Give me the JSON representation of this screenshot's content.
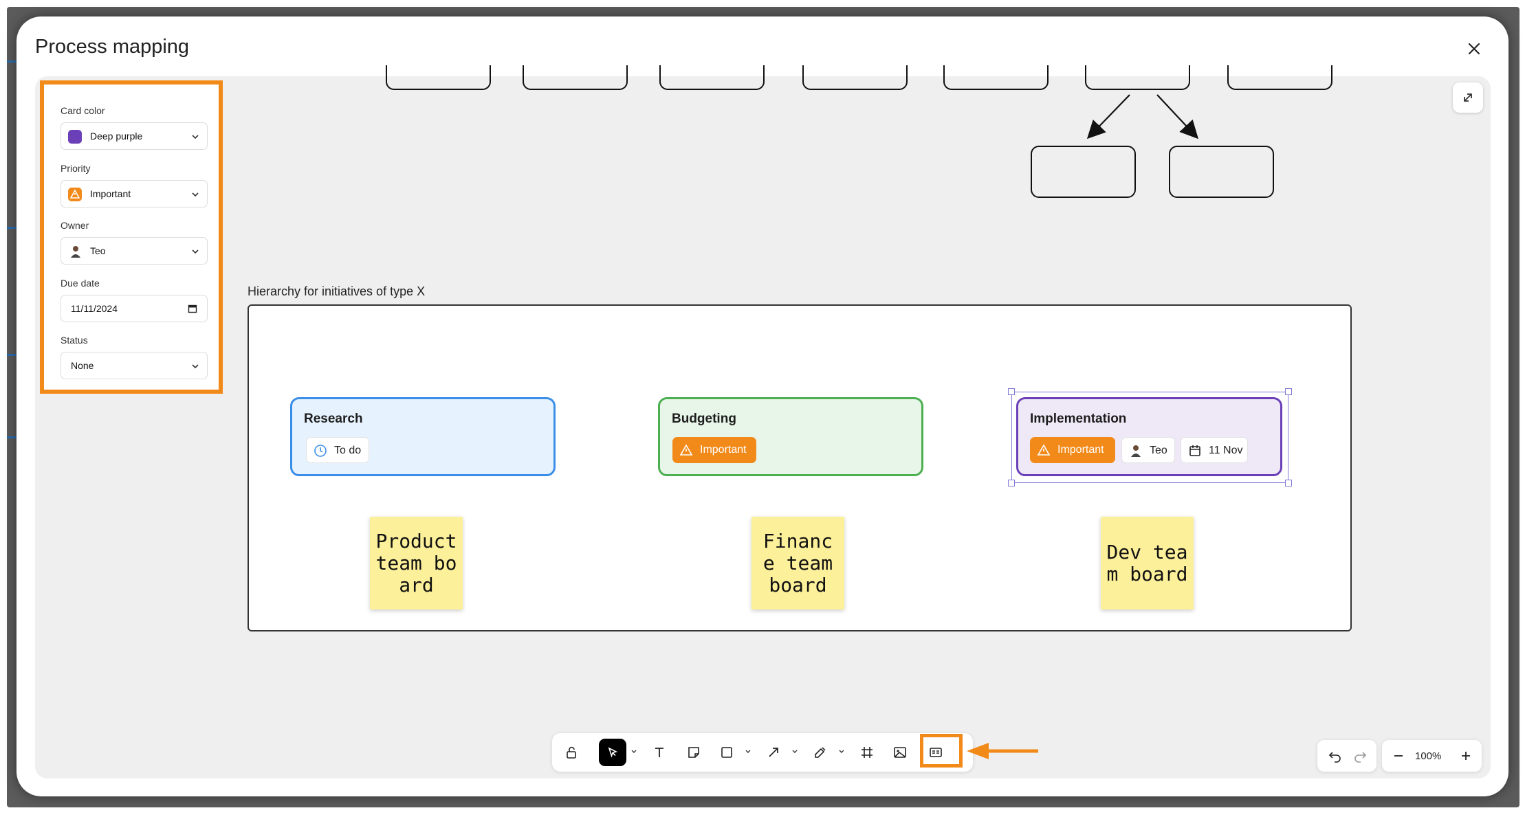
{
  "modal": {
    "title": "Process mapping"
  },
  "panel": {
    "card_color": {
      "label": "Card color",
      "value": "Deep purple",
      "swatch": "#6b3fb8"
    },
    "priority": {
      "label": "Priority",
      "value": "Important",
      "icon": "warning-icon"
    },
    "owner": {
      "label": "Owner",
      "value": "Teo",
      "icon": "avatar-icon"
    },
    "due_date": {
      "label": "Due date",
      "value": "11/11/2024",
      "icon": "calendar-icon"
    },
    "status": {
      "label": "Status",
      "value": "None"
    }
  },
  "board": {
    "frame_label": "Hierarchy for initiatives of type X",
    "cards": [
      {
        "title": "Research",
        "chips": [
          {
            "icon": "clock-icon",
            "label": "To do",
            "style": "neutral"
          }
        ],
        "color": "#3b8ee8",
        "fill": "#e6f2fd"
      },
      {
        "title": "Budgeting",
        "chips": [
          {
            "icon": "warning-icon",
            "label": "Important",
            "style": "orange"
          }
        ],
        "color": "#4caf50",
        "fill": "#e8f5e9"
      },
      {
        "title": "Implementation",
        "chips": [
          {
            "icon": "warning-icon",
            "label": "Important",
            "style": "orange"
          },
          {
            "icon": "avatar-icon",
            "label": "Teo",
            "style": "neutral"
          },
          {
            "icon": "calendar-icon",
            "label": "11 Nov",
            "style": "neutral"
          }
        ],
        "color": "#6b3fb8",
        "fill": "#efe9f7"
      }
    ],
    "stickies": [
      {
        "text": "Product team board"
      },
      {
        "text": "Financ e team board"
      },
      {
        "text": "Dev team board"
      }
    ]
  },
  "toolbar": {
    "tools": [
      "lock-icon",
      "select-icon",
      "text-icon",
      "sticky-note-icon",
      "shape-icon",
      "arrow-icon",
      "pen-icon",
      "frame-icon",
      "image-icon",
      "card-icon"
    ],
    "active": "select-icon",
    "highlight_color": "#f28a1a"
  },
  "zoom": {
    "level": "100%"
  }
}
